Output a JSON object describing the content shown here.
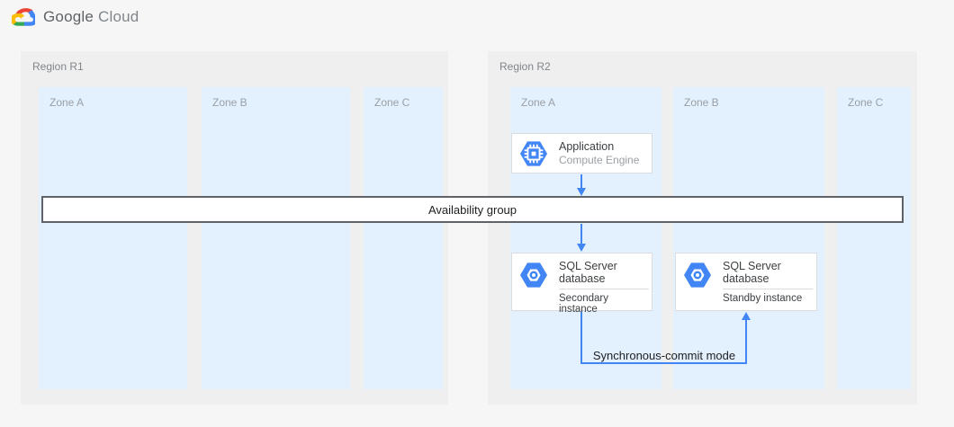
{
  "header": {
    "logo": {
      "google": "Google",
      "cloud": "Cloud"
    }
  },
  "regions": [
    {
      "label": "Region R1",
      "zones": [
        {
          "label": "Zone A"
        },
        {
          "label": "Zone B"
        },
        {
          "label": "Zone C"
        }
      ]
    },
    {
      "label": "Region R2",
      "zones": [
        {
          "label": "Zone A"
        },
        {
          "label": "Zone B"
        },
        {
          "label": "Zone C"
        }
      ]
    }
  ],
  "availability_group": {
    "label": "Availability group"
  },
  "cards": {
    "application": {
      "title": "Application",
      "subtitle": "Compute Engine",
      "icon": "compute-engine-icon"
    },
    "sql_secondary": {
      "title": "SQL Server database",
      "instance_label": "Secondary instance",
      "icon": "cloud-sql-icon"
    },
    "sql_standby": {
      "title": "SQL Server database",
      "instance_label": "Standby instance",
      "icon": "cloud-sql-icon"
    }
  },
  "connections": {
    "sync_commit_label": "Synchronous-commit mode"
  },
  "colors": {
    "accent_blue": "#4285F4",
    "zone_bg": "#E3F0FD",
    "region_bg": "#EFEFEF",
    "page_bg": "#F6F6F6",
    "card_border": "#DADCE0",
    "availability_bar_border": "#5F6368",
    "logo_red": "#EA4335",
    "logo_yellow": "#FBBC05",
    "logo_green": "#34A853",
    "logo_blue": "#4285F4"
  }
}
